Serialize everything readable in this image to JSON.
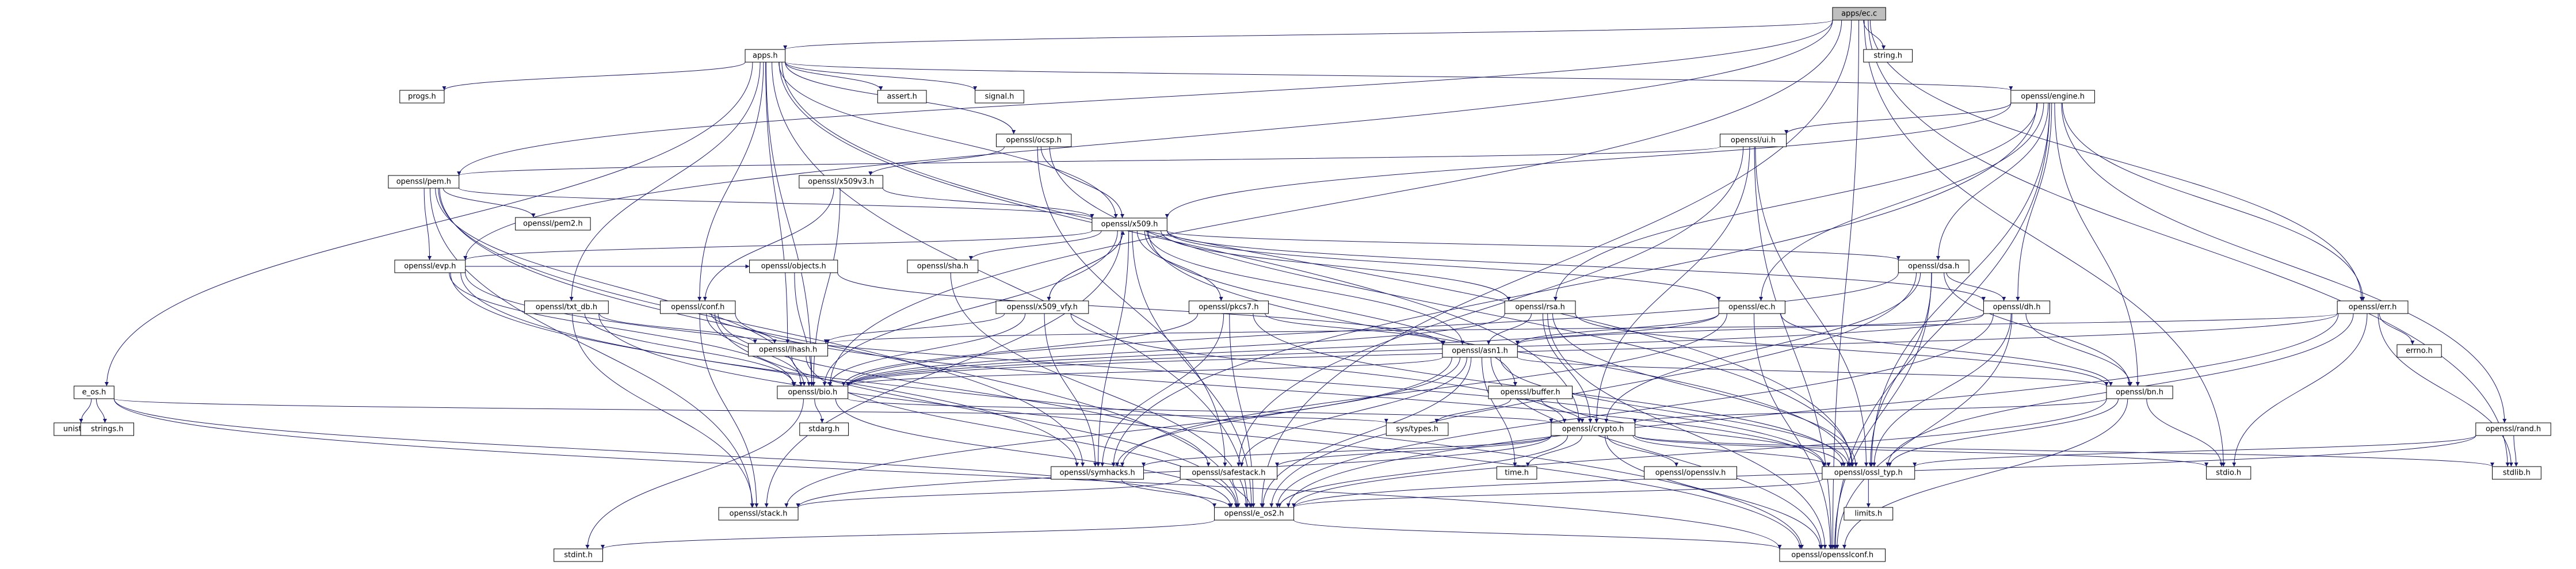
{
  "graph": {
    "type": "include-dependency-graph",
    "colors": {
      "root_fill": "#bfbfbf",
      "node_fill": "#ffffff",
      "node_border": "#000000",
      "edge": "#191970",
      "linked_text": "#ff0000",
      "text": "#000000"
    },
    "nodes": [
      {
        "id": "apps_ec_c",
        "label": "apps/ec.c",
        "kind": "root"
      },
      {
        "id": "apps_h",
        "label": "apps.h",
        "kind": "box"
      },
      {
        "id": "string_h",
        "label": "string.h",
        "kind": "plain"
      },
      {
        "id": "e_os_h",
        "label": "e_os.h",
        "kind": "box"
      },
      {
        "id": "unistd_h",
        "label": "unistd.h",
        "kind": "plain"
      },
      {
        "id": "strings_h",
        "label": "strings.h",
        "kind": "plain"
      },
      {
        "id": "progs_h",
        "label": "progs.h",
        "kind": "box"
      },
      {
        "id": "assert_h",
        "label": "assert.h",
        "kind": "plain"
      },
      {
        "id": "signal_h",
        "label": "signal.h",
        "kind": "plain"
      },
      {
        "id": "engine_h",
        "label": "openssl/engine.h",
        "kind": "box"
      },
      {
        "id": "ocsp_h",
        "label": "openssl/ocsp.h",
        "kind": "box"
      },
      {
        "id": "ui_h",
        "label": "openssl/ui.h",
        "kind": "box"
      },
      {
        "id": "pem_h",
        "label": "openssl/pem.h",
        "kind": "box"
      },
      {
        "id": "x509v3_h",
        "label": "openssl/x509v3.h",
        "kind": "box"
      },
      {
        "id": "pem2_h",
        "label": "openssl/pem2.h",
        "kind": "box"
      },
      {
        "id": "x509_h",
        "label": "openssl/x509.h",
        "kind": "box"
      },
      {
        "id": "evp_h",
        "label": "openssl/evp.h",
        "kind": "box"
      },
      {
        "id": "objects_h",
        "label": "openssl/objects.h",
        "kind": "linked"
      },
      {
        "id": "txt_db_h",
        "label": "openssl/txt_db.h",
        "kind": "box"
      },
      {
        "id": "conf_h",
        "label": "openssl/conf.h",
        "kind": "box"
      },
      {
        "id": "sha_h",
        "label": "openssl/sha.h",
        "kind": "linked"
      },
      {
        "id": "x509_vfy_h",
        "label": "openssl/x509_vfy.h",
        "kind": "box"
      },
      {
        "id": "pkcs7_h",
        "label": "openssl/pkcs7.h",
        "kind": "box"
      },
      {
        "id": "rsa_h",
        "label": "openssl/rsa.h",
        "kind": "box"
      },
      {
        "id": "ec_h",
        "label": "openssl/ec.h",
        "kind": "box"
      },
      {
        "id": "dsa_h",
        "label": "openssl/dsa.h",
        "kind": "box"
      },
      {
        "id": "dh_h",
        "label": "openssl/dh.h",
        "kind": "box"
      },
      {
        "id": "err_h",
        "label": "openssl/err.h",
        "kind": "box"
      },
      {
        "id": "errno_h",
        "label": "errno.h",
        "kind": "plain"
      },
      {
        "id": "lhash_h",
        "label": "openssl/lhash.h",
        "kind": "box"
      },
      {
        "id": "asn1_h",
        "label": "openssl/asn1.h",
        "kind": "box"
      },
      {
        "id": "bio_h",
        "label": "openssl/bio.h",
        "kind": "box"
      },
      {
        "id": "buffer_h",
        "label": "openssl/buffer.h",
        "kind": "linked"
      },
      {
        "id": "bn_h",
        "label": "openssl/bn.h",
        "kind": "box"
      },
      {
        "id": "rand_h",
        "label": "openssl/rand.h",
        "kind": "box"
      },
      {
        "id": "stdarg_h",
        "label": "stdarg.h",
        "kind": "plain"
      },
      {
        "id": "sys_types_h",
        "label": "sys/types.h",
        "kind": "plain"
      },
      {
        "id": "crypto_h",
        "label": "openssl/crypto.h",
        "kind": "box"
      },
      {
        "id": "time_h",
        "label": "time.h",
        "kind": "plain"
      },
      {
        "id": "opensslv_h",
        "label": "openssl/opensslv.h",
        "kind": "box"
      },
      {
        "id": "symhacks_h",
        "label": "openssl/symhacks.h",
        "kind": "box"
      },
      {
        "id": "safestack_h",
        "label": "openssl/safestack.h",
        "kind": "box"
      },
      {
        "id": "ossl_typ_h",
        "label": "openssl/ossl_typ.h",
        "kind": "box"
      },
      {
        "id": "stdio_h",
        "label": "stdio.h",
        "kind": "plain"
      },
      {
        "id": "stdlib_h",
        "label": "stdlib.h",
        "kind": "plain"
      },
      {
        "id": "limits_h",
        "label": "limits.h",
        "kind": "plain"
      },
      {
        "id": "stack_h",
        "label": "openssl/stack.h",
        "kind": "box"
      },
      {
        "id": "e_os2_h",
        "label": "openssl/e_os2.h",
        "kind": "box"
      },
      {
        "id": "stdint_h",
        "label": "stdint.h",
        "kind": "plain"
      },
      {
        "id": "opensslconf_h",
        "label": "openssl/opensslconf.h",
        "kind": "box"
      }
    ],
    "edges": [
      [
        "apps_ec_c",
        "apps_h"
      ],
      [
        "apps_ec_c",
        "string_h"
      ],
      [
        "apps_ec_c",
        "err_h"
      ],
      [
        "apps_ec_c",
        "evp_h"
      ],
      [
        "apps_ec_c",
        "pem_h"
      ],
      [
        "apps_ec_c",
        "bio_h"
      ],
      [
        "apps_ec_c",
        "stdio_h"
      ],
      [
        "apps_ec_c",
        "stdlib_h"
      ],
      [
        "apps_ec_c",
        "opensslconf_h"
      ],
      [
        "apps_ec_c",
        "e_os2_h"
      ],
      [
        "apps_h",
        "e_os_h"
      ],
      [
        "apps_h",
        "progs_h"
      ],
      [
        "apps_h",
        "assert_h"
      ],
      [
        "apps_h",
        "signal_h"
      ],
      [
        "apps_h",
        "engine_h"
      ],
      [
        "apps_h",
        "ocsp_h"
      ],
      [
        "apps_h",
        "x509_h"
      ],
      [
        "apps_h",
        "conf_h"
      ],
      [
        "apps_h",
        "txt_db_h"
      ],
      [
        "apps_h",
        "lhash_h"
      ],
      [
        "apps_h",
        "bio_h"
      ],
      [
        "apps_h",
        "e_os2_h"
      ],
      [
        "apps_h",
        "ossl_typ_h"
      ],
      [
        "apps_h",
        "crypto_h"
      ],
      [
        "e_os_h",
        "unistd_h"
      ],
      [
        "e_os_h",
        "strings_h"
      ],
      [
        "e_os_h",
        "sys_types_h"
      ],
      [
        "e_os_h",
        "e_os2_h"
      ],
      [
        "e_os_h",
        "opensslconf_h"
      ],
      [
        "engine_h",
        "ui_h"
      ],
      [
        "engine_h",
        "x509_h"
      ],
      [
        "engine_h",
        "err_h"
      ],
      [
        "engine_h",
        "rsa_h"
      ],
      [
        "engine_h",
        "dsa_h"
      ],
      [
        "engine_h",
        "dh_h"
      ],
      [
        "engine_h",
        "ec_h"
      ],
      [
        "engine_h",
        "rand_h"
      ],
      [
        "engine_h",
        "bn_h"
      ],
      [
        "engine_h",
        "symhacks_h"
      ],
      [
        "engine_h",
        "ossl_typ_h"
      ],
      [
        "engine_h",
        "opensslconf_h"
      ],
      [
        "ocsp_h",
        "x509v3_h"
      ],
      [
        "ocsp_h",
        "x509_h"
      ],
      [
        "ocsp_h",
        "safestack_h"
      ],
      [
        "ocsp_h",
        "ossl_typ_h"
      ],
      [
        "ui_h",
        "pem_h"
      ],
      [
        "ui_h",
        "crypto_h"
      ],
      [
        "ui_h",
        "safestack_h"
      ],
      [
        "ui_h",
        "ossl_typ_h"
      ],
      [
        "ui_h",
        "opensslconf_h"
      ],
      [
        "pem_h",
        "evp_h"
      ],
      [
        "pem_h",
        "x509_h"
      ],
      [
        "pem_h",
        "pem2_h"
      ],
      [
        "pem_h",
        "bio_h"
      ],
      [
        "pem_h",
        "stack_h"
      ],
      [
        "pem_h",
        "symhacks_h"
      ],
      [
        "pem_h",
        "e_os2_h"
      ],
      [
        "x509v3_h",
        "x509_h"
      ],
      [
        "x509v3_h",
        "conf_h"
      ],
      [
        "x509v3_h",
        "bio_h"
      ],
      [
        "x509_h",
        "evp_h"
      ],
      [
        "x509_h",
        "sha_h"
      ],
      [
        "x509_h",
        "x509_vfy_h"
      ],
      [
        "x509_h",
        "pkcs7_h"
      ],
      [
        "x509_h",
        "rsa_h"
      ],
      [
        "x509_h",
        "ec_h"
      ],
      [
        "x509_h",
        "dsa_h"
      ],
      [
        "x509_h",
        "dh_h"
      ],
      [
        "x509_h",
        "asn1_h"
      ],
      [
        "x509_h",
        "buffer_h"
      ],
      [
        "x509_h",
        "bio_h"
      ],
      [
        "x509_h",
        "ossl_typ_h"
      ],
      [
        "x509_h",
        "symhacks_h"
      ],
      [
        "x509_h",
        "stack_h"
      ],
      [
        "x509_h",
        "e_os2_h"
      ],
      [
        "evp_h",
        "objects_h"
      ],
      [
        "evp_h",
        "bio_h"
      ],
      [
        "evp_h",
        "symhacks_h"
      ],
      [
        "evp_h",
        "ossl_typ_h"
      ],
      [
        "evp_h",
        "opensslconf_h"
      ],
      [
        "objects_h",
        "asn1_h"
      ],
      [
        "objects_h",
        "bio_h"
      ],
      [
        "txt_db_h",
        "lhash_h"
      ],
      [
        "txt_db_h",
        "bio_h"
      ],
      [
        "txt_db_h",
        "stack_h"
      ],
      [
        "txt_db_h",
        "opensslconf_h"
      ],
      [
        "conf_h",
        "lhash_h"
      ],
      [
        "conf_h",
        "bio_h"
      ],
      [
        "conf_h",
        "stack_h"
      ],
      [
        "conf_h",
        "safestack_h"
      ],
      [
        "conf_h",
        "ossl_typ_h"
      ],
      [
        "conf_h",
        "e_os2_h"
      ],
      [
        "sha_h",
        "e_os2_h"
      ],
      [
        "x509_vfy_h",
        "x509_h"
      ],
      [
        "x509_vfy_h",
        "lhash_h"
      ],
      [
        "x509_vfy_h",
        "bio_h"
      ],
      [
        "x509_vfy_h",
        "crypto_h"
      ],
      [
        "x509_vfy_h",
        "symhacks_h"
      ],
      [
        "pkcs7_h",
        "asn1_h"
      ],
      [
        "pkcs7_h",
        "bio_h"
      ],
      [
        "pkcs7_h",
        "symhacks_h"
      ],
      [
        "pkcs7_h",
        "ossl_typ_h"
      ],
      [
        "pkcs7_h",
        "e_os2_h"
      ],
      [
        "rsa_h",
        "asn1_h"
      ],
      [
        "rsa_h",
        "bio_h"
      ],
      [
        "rsa_h",
        "bn_h"
      ],
      [
        "rsa_h",
        "crypto_h"
      ],
      [
        "rsa_h",
        "ossl_typ_h"
      ],
      [
        "rsa_h",
        "opensslconf_h"
      ],
      [
        "ec_h",
        "asn1_h"
      ],
      [
        "ec_h",
        "bio_h"
      ],
      [
        "ec_h",
        "bn_h"
      ],
      [
        "ec_h",
        "symhacks_h"
      ],
      [
        "ec_h",
        "opensslconf_h"
      ],
      [
        "dsa_h",
        "dh_h"
      ],
      [
        "dsa_h",
        "bio_h"
      ],
      [
        "dsa_h",
        "bn_h"
      ],
      [
        "dsa_h",
        "crypto_h"
      ],
      [
        "dsa_h",
        "ossl_typ_h"
      ],
      [
        "dsa_h",
        "e_os2_h"
      ],
      [
        "dsa_h",
        "opensslconf_h"
      ],
      [
        "dh_h",
        "asn1_h"
      ],
      [
        "dh_h",
        "bio_h"
      ],
      [
        "dh_h",
        "bn_h"
      ],
      [
        "dh_h",
        "ossl_typ_h"
      ],
      [
        "dh_h",
        "e_os2_h"
      ],
      [
        "dh_h",
        "opensslconf_h"
      ],
      [
        "err_h",
        "errno_h"
      ],
      [
        "err_h",
        "bio_h"
      ],
      [
        "err_h",
        "lhash_h"
      ],
      [
        "err_h",
        "stdio_h"
      ],
      [
        "err_h",
        "stdlib_h"
      ],
      [
        "err_h",
        "ossl_typ_h"
      ],
      [
        "err_h",
        "e_os2_h"
      ],
      [
        "lhash_h",
        "bio_h"
      ],
      [
        "lhash_h",
        "e_os2_h"
      ],
      [
        "asn1_h",
        "bio_h"
      ],
      [
        "asn1_h",
        "bn_h"
      ],
      [
        "asn1_h",
        "time_h"
      ],
      [
        "asn1_h",
        "safestack_h"
      ],
      [
        "asn1_h",
        "symhacks_h"
      ],
      [
        "asn1_h",
        "stack_h"
      ],
      [
        "asn1_h",
        "ossl_typ_h"
      ],
      [
        "asn1_h",
        "e_os2_h"
      ],
      [
        "asn1_h",
        "opensslconf_h"
      ],
      [
        "bio_h",
        "stdarg_h"
      ],
      [
        "bio_h",
        "stdint_h"
      ],
      [
        "bio_h",
        "crypto_h"
      ],
      [
        "bio_h",
        "e_os2_h"
      ],
      [
        "buffer_h",
        "sys_types_h"
      ],
      [
        "buffer_h",
        "crypto_h"
      ],
      [
        "buffer_h",
        "ossl_typ_h"
      ],
      [
        "bn_h",
        "crypto_h"
      ],
      [
        "bn_h",
        "ossl_typ_h"
      ],
      [
        "bn_h",
        "stdio_h"
      ],
      [
        "bn_h",
        "e_os2_h"
      ],
      [
        "bn_h",
        "opensslconf_h"
      ],
      [
        "rand_h",
        "ossl_typ_h"
      ],
      [
        "rand_h",
        "stdlib_h"
      ],
      [
        "rand_h",
        "e_os2_h"
      ],
      [
        "crypto_h",
        "time_h"
      ],
      [
        "crypto_h",
        "opensslv_h"
      ],
      [
        "crypto_h",
        "symhacks_h"
      ],
      [
        "crypto_h",
        "safestack_h"
      ],
      [
        "crypto_h",
        "ossl_typ_h"
      ],
      [
        "crypto_h",
        "stack_h"
      ],
      [
        "crypto_h",
        "stdio_h"
      ],
      [
        "crypto_h",
        "stdlib_h"
      ],
      [
        "crypto_h",
        "e_os2_h"
      ],
      [
        "crypto_h",
        "opensslconf_h"
      ],
      [
        "symhacks_h",
        "e_os2_h"
      ],
      [
        "safestack_h",
        "stack_h"
      ],
      [
        "safestack_h",
        "e_os2_h"
      ],
      [
        "ossl_typ_h",
        "limits_h"
      ],
      [
        "ossl_typ_h",
        "e_os2_h"
      ],
      [
        "e_os2_h",
        "stdint_h"
      ],
      [
        "e_os2_h",
        "opensslconf_h"
      ]
    ]
  }
}
